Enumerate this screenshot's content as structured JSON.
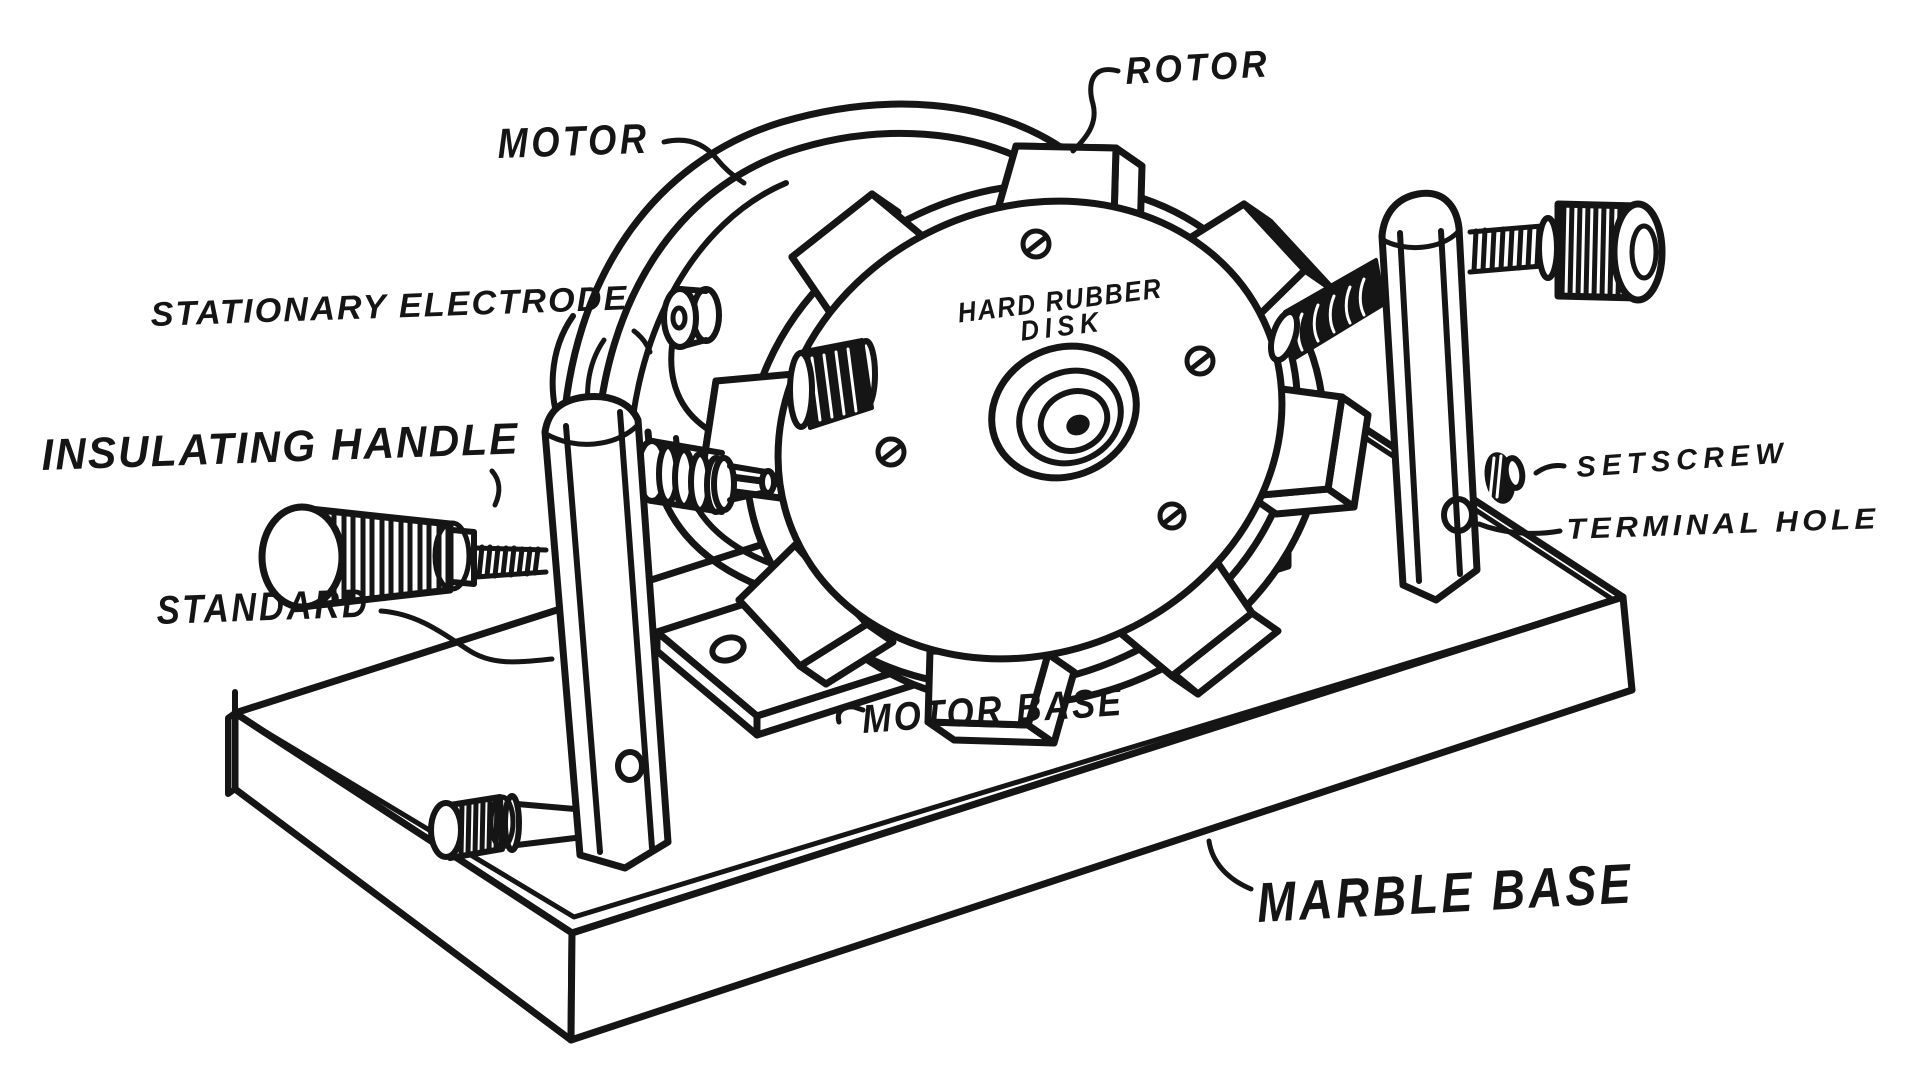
{
  "diagram": {
    "title": "Rotary spark gap device diagram",
    "ink_color": "#151515",
    "paper_color": "#ffffff",
    "labels": {
      "motor": "MOTOR",
      "rotor": "ROTOR",
      "stationary_electrode": "STATIONARY ELECTRODE",
      "insulating_handle": "INSULATING HANDLE",
      "standard": "STANDARD",
      "motor_base": "MOTOR BASE",
      "marble_base": "MARBLE BASE",
      "setscrew": "SETSCREW",
      "terminal_hole": "TERMINAL HOLE",
      "disk_line1": "HARD RUBBER",
      "disk_line2": "DISK"
    }
  }
}
